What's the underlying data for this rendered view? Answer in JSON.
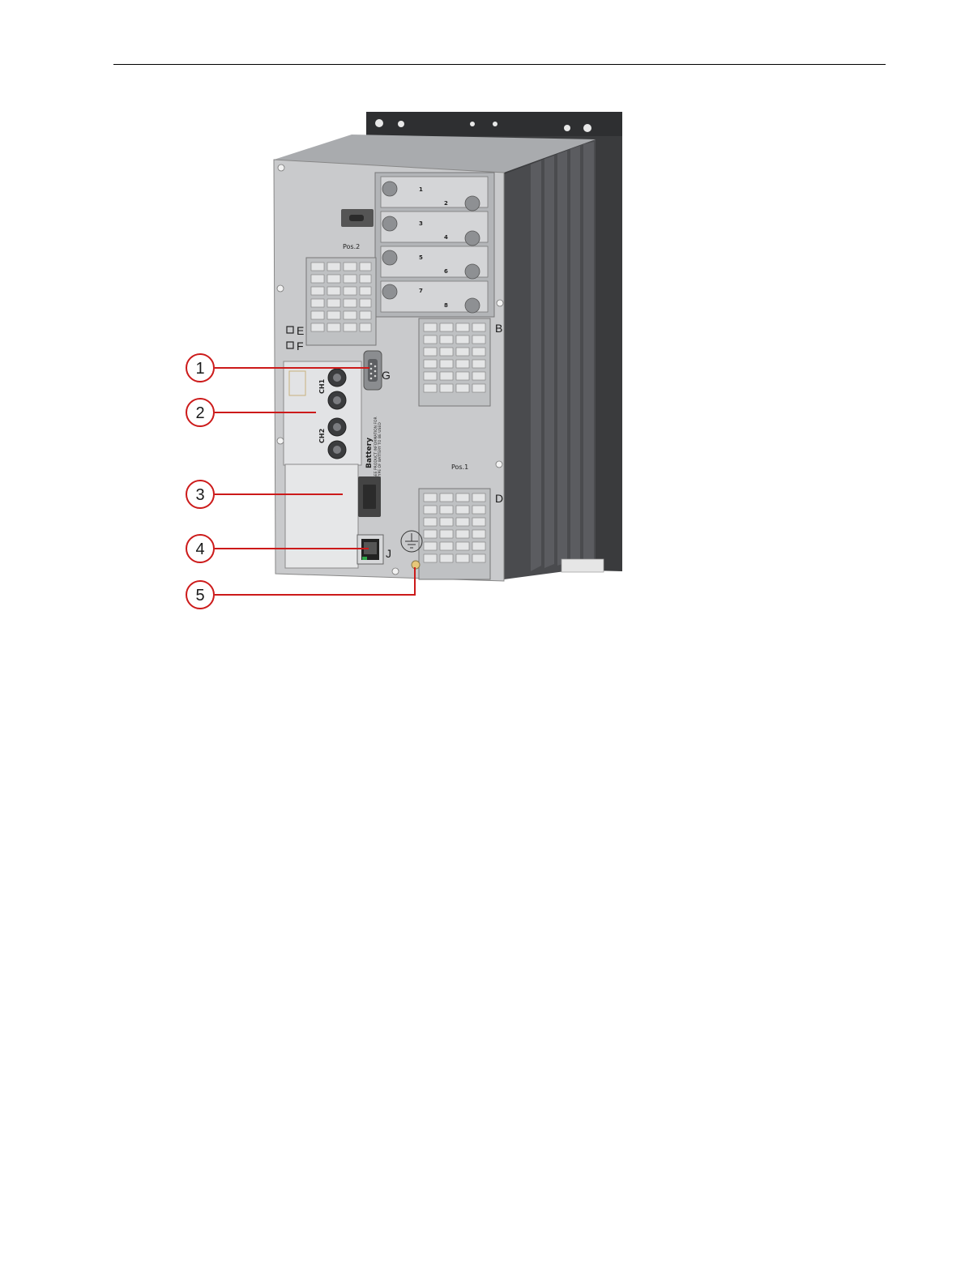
{
  "figure": {
    "callouts": [
      {
        "number": "1"
      },
      {
        "number": "2"
      },
      {
        "number": "3"
      },
      {
        "number": "4"
      },
      {
        "number": "5"
      }
    ],
    "terminal_letters": {
      "b": "B",
      "d": "D",
      "e": "E",
      "f": "F",
      "g": "G",
      "j": "J"
    },
    "position_labels": {
      "pos2": "Pos.2",
      "pos1": "Pos.1"
    },
    "slot_numbers": [
      "1",
      "2",
      "3",
      "4",
      "5",
      "6",
      "7",
      "8"
    ],
    "channel_labels": {
      "ch1": "CH1",
      "ch2": "CH2"
    },
    "battery": {
      "title": "Battery",
      "line1": "SEE PRODUCT INFORMATION FOR",
      "line2": "TYPE OF BATTERY TO BE USED"
    },
    "colors": {
      "callout_line": "#cc1a1a",
      "housing": "#c9cacc",
      "heatsink": "#3a3b3d"
    }
  }
}
